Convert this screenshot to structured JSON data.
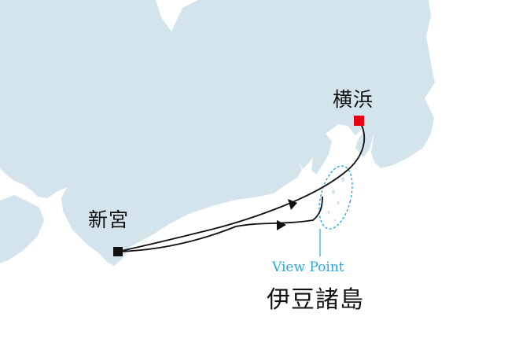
{
  "colors": {
    "land": "#d3e4ed",
    "sea": "#ffffff",
    "route": "#111111",
    "start_marker": "#e60012",
    "end_marker": "#111111",
    "view_point": "#27a8e0"
  },
  "ports": {
    "start": {
      "name": "横浜",
      "marker": "red-square"
    },
    "end": {
      "name": "新宮",
      "marker": "black-square"
    }
  },
  "islands": {
    "name": "伊豆諸島"
  },
  "view_point": {
    "label": "View Point"
  }
}
